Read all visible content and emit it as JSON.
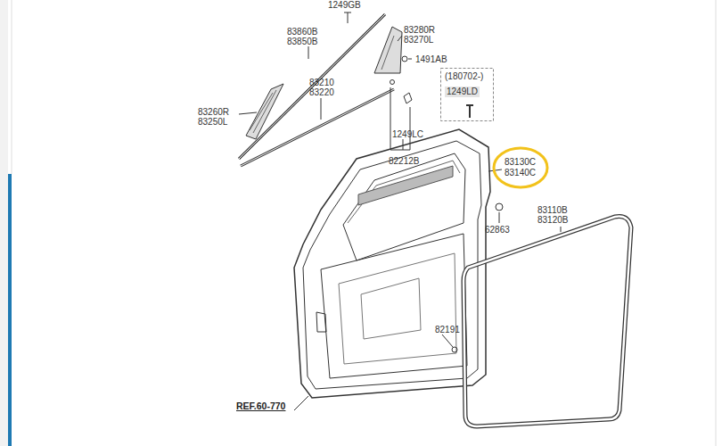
{
  "diagram": {
    "nodes": [
      {
        "text": [
          "(180702-)",
          "1249LD"
        ]
      },
      {
        "text": [
          "83130C",
          "83140C"
        ]
      }
    ],
    "labels": [
      "1249GB",
      "83860B",
      "83850B",
      "83280R",
      "83270L",
      "1491AB",
      "83210",
      "83220",
      "83260R",
      "83250L",
      "1249LC",
      "82212B",
      "83110B",
      "83120B",
      "62863",
      "82191",
      "REF.60-770"
    ]
  }
}
